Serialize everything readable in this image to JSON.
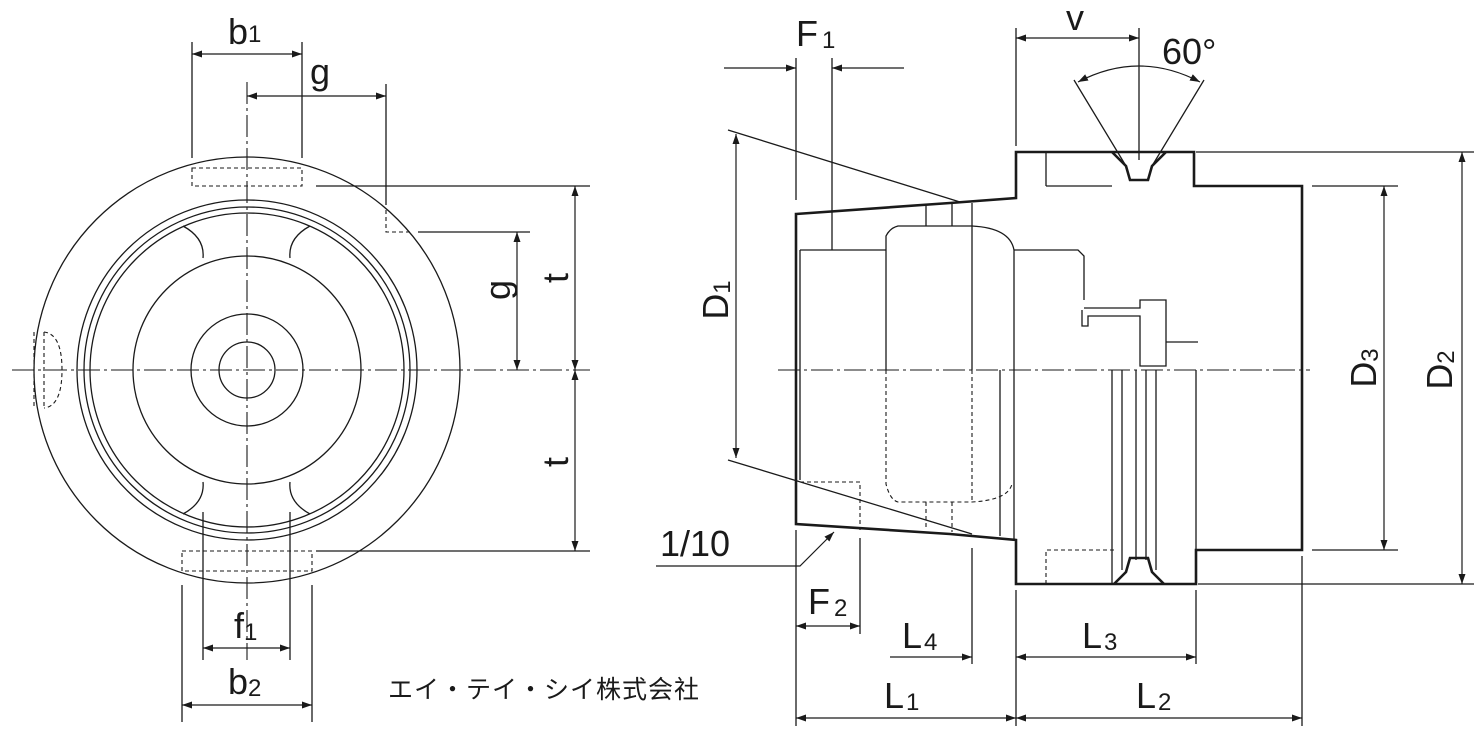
{
  "front_view": {
    "labels": {
      "b1": {
        "main": "b",
        "sub": "1"
      },
      "g_top": "g",
      "g_side": "g",
      "t_upper": "t",
      "t_lower": "t",
      "f1": {
        "main": "f",
        "sub": "1"
      },
      "b2": {
        "main": "b",
        "sub": "2"
      }
    }
  },
  "side_view": {
    "labels": {
      "F1": {
        "main": "F",
        "sub": "1"
      },
      "v": "v",
      "angle": "60°",
      "D1": {
        "main": "D",
        "sub": "1"
      },
      "D2": {
        "main": "D",
        "sub": "2"
      },
      "D3": {
        "main": "D",
        "sub": "3"
      },
      "taper": "1/10",
      "F2": {
        "main": "F",
        "sub": "2"
      },
      "L1": {
        "main": "L",
        "sub": "1"
      },
      "L2": {
        "main": "L",
        "sub": "2"
      },
      "L3": {
        "main": "L",
        "sub": "3"
      },
      "L4": {
        "main": "L",
        "sub": "4"
      }
    }
  },
  "company": "エイ・テイ・シイ株式会社"
}
